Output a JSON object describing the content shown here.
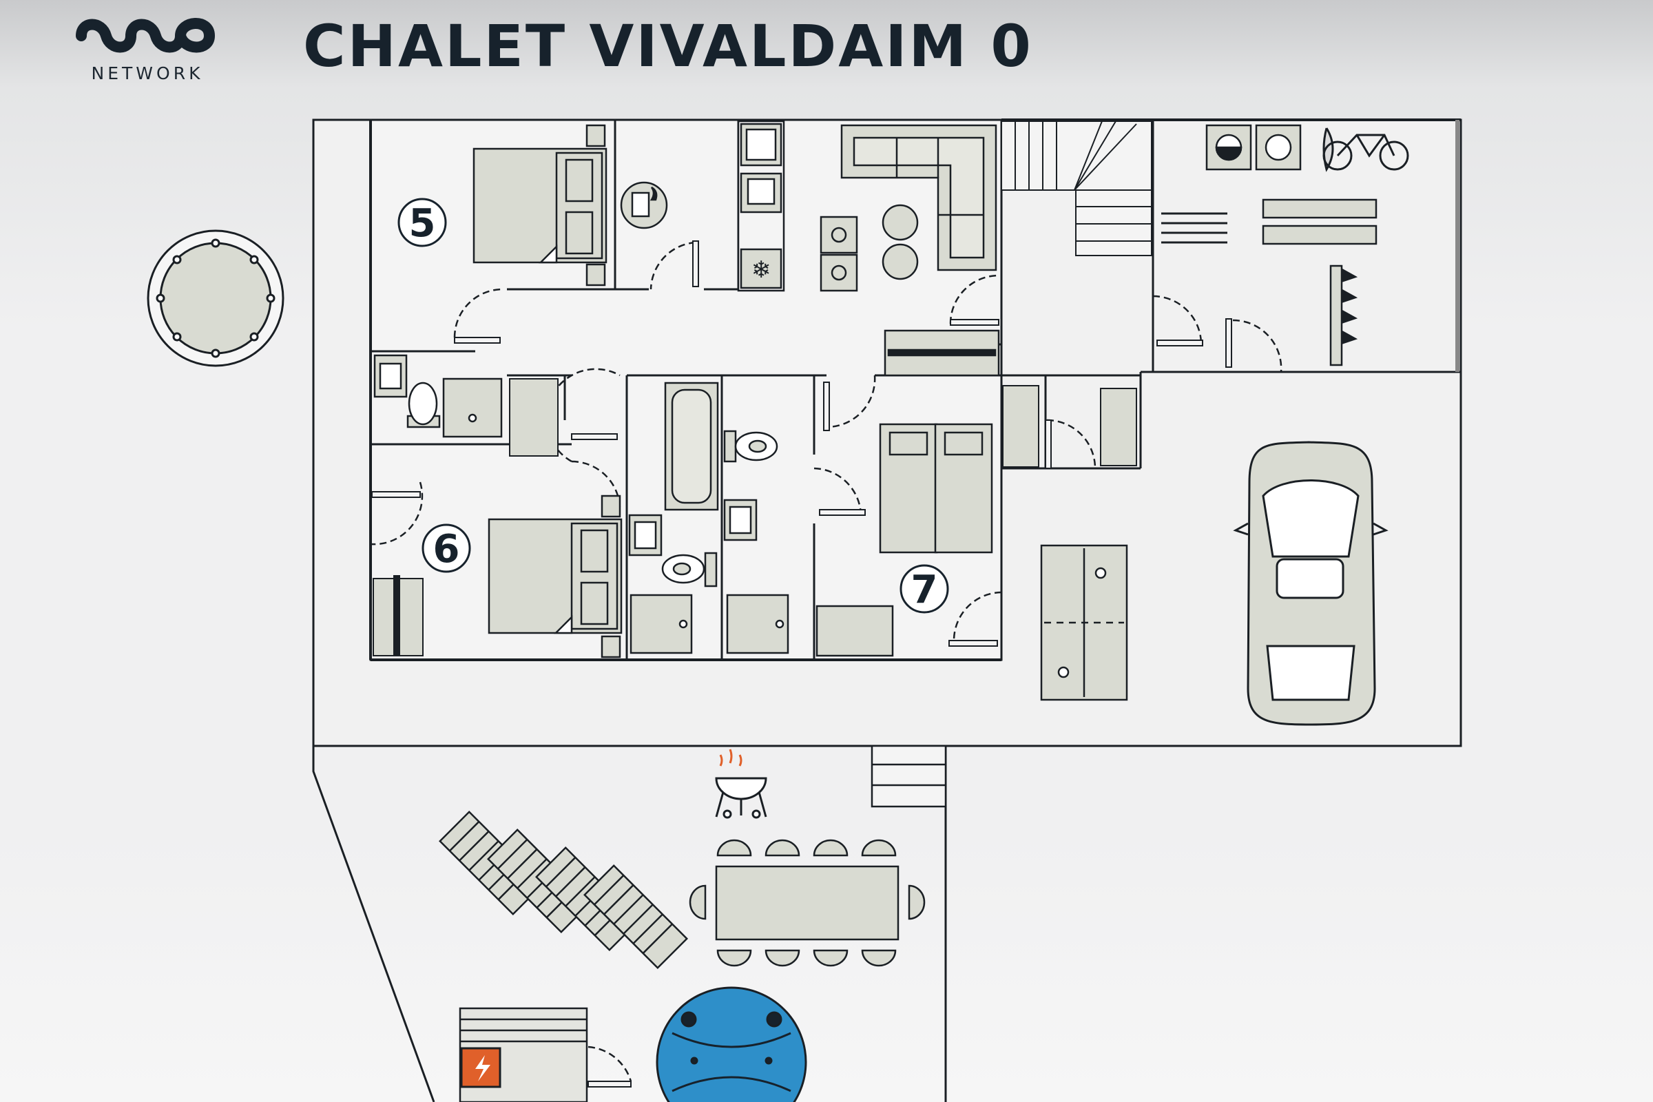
{
  "header": {
    "title": "CHALET VIVALDAIM 0",
    "logo_text": "NETWORK"
  },
  "rooms": [
    {
      "number": "5"
    },
    {
      "number": "6"
    },
    {
      "number": "7"
    }
  ],
  "colors": {
    "wall": "#1a1f24",
    "furniture": "#d9dbd2",
    "floor": "#f2f2f2",
    "pool": "#2e8fc9",
    "accent": "#e0602a"
  },
  "icons": [
    "hot-tub-icon",
    "car-icon",
    "bicycle-icon",
    "washing-machine-icon",
    "dryer-icon",
    "bbq-icon",
    "sun-lounger-icon",
    "dining-table-icon",
    "ski-rack-icon",
    "electric-panel-icon",
    "boiler-icon",
    "table-tennis-icon"
  ]
}
